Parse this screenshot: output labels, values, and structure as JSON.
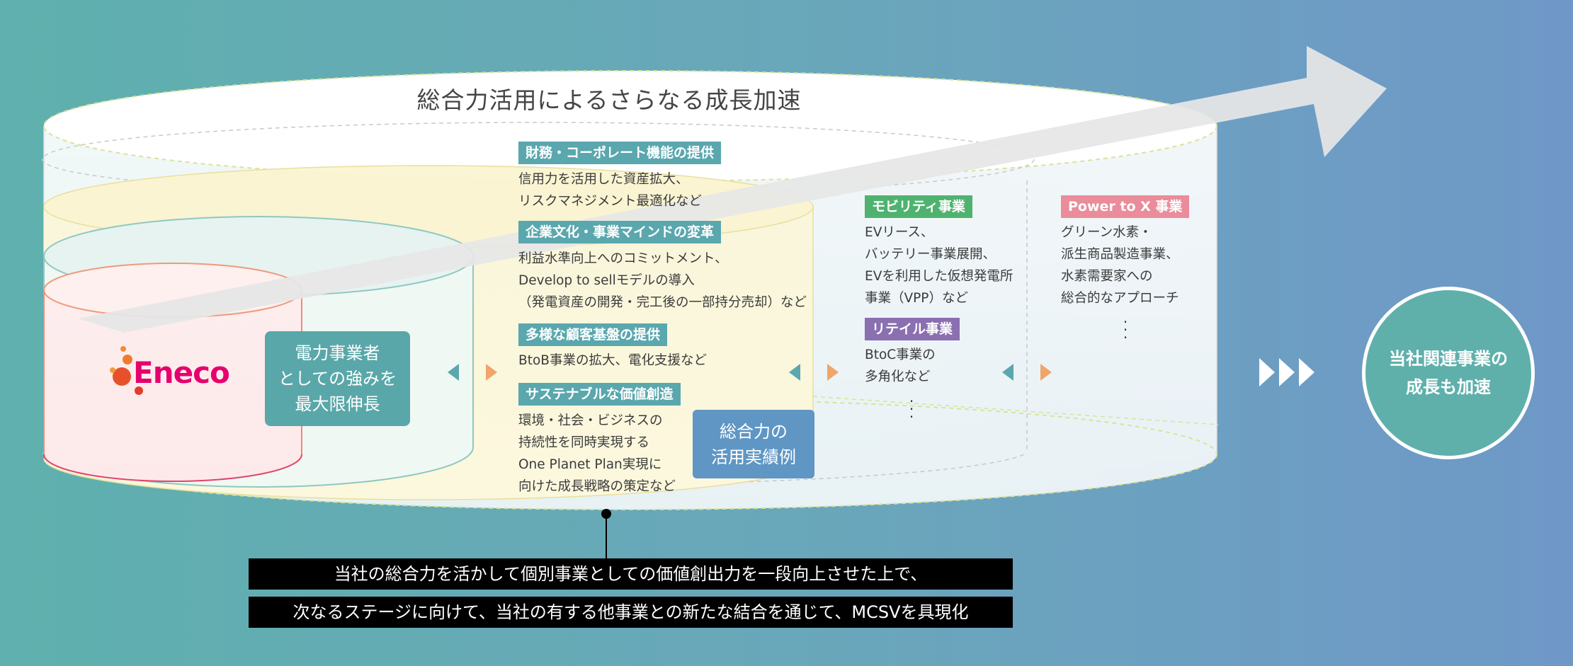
{
  "title": "総合力活用によるさらなる成長加速",
  "logo": {
    "text": "Eneco"
  },
  "strength_box": "電力事業者\nとしての強みを\n最大限伸長",
  "corporate": {
    "tags": [
      "財務・コーポレート機能の提供",
      "企業文化・事業マインドの変革",
      "多様な顧客基盤の提供",
      "サステナブルな価値創造"
    ],
    "texts": [
      "信用力を活用した資産拡大、\nリスクマネジメント最適化など",
      "利益水準向上へのコミットメント、\nDevelop to sellモデルの導入\n（発電資産の開発・完工後の一部持分売却）など",
      "BtoB事業の拡大、電化支援など",
      "環境・社会・ビジネスの\n持続性を同時実現する\nOne Planet Plan実現に\n向けた成長戦略の策定など"
    ]
  },
  "results_box": "総合力の\n活用実績例",
  "mobility": {
    "tag": "モビリティ事業",
    "text": "EVリース、\nバッテリー事業展開、\nEVを利用した仮想発電所\n事業（VPP）など"
  },
  "retail": {
    "tag": "リテイル事業",
    "text": "BtoC事業の\n多角化など"
  },
  "ptx": {
    "tag": "Power to X 事業",
    "text": "グリーン水素・\n派生商品製造事業、\n水素需要家への\n総合的なアプローチ"
  },
  "result_circle": "当社関連事業の\n成長も加速",
  "bottom_lines": [
    "当社の総合力を活かして個別事業としての価値創出力を一段向上させた上で、",
    "次なるステージに向けて、当社の有する他事業との新たな結合を通じて、MCSVを具現化"
  ],
  "colors": {
    "tag_teal": "#5aa7ae",
    "tag_green": "#4fb36f",
    "tag_purple": "#8a6fb1",
    "tag_pink": "#ea8c9a",
    "logo": "#e6006e",
    "arrow": "#e6e6e6"
  }
}
